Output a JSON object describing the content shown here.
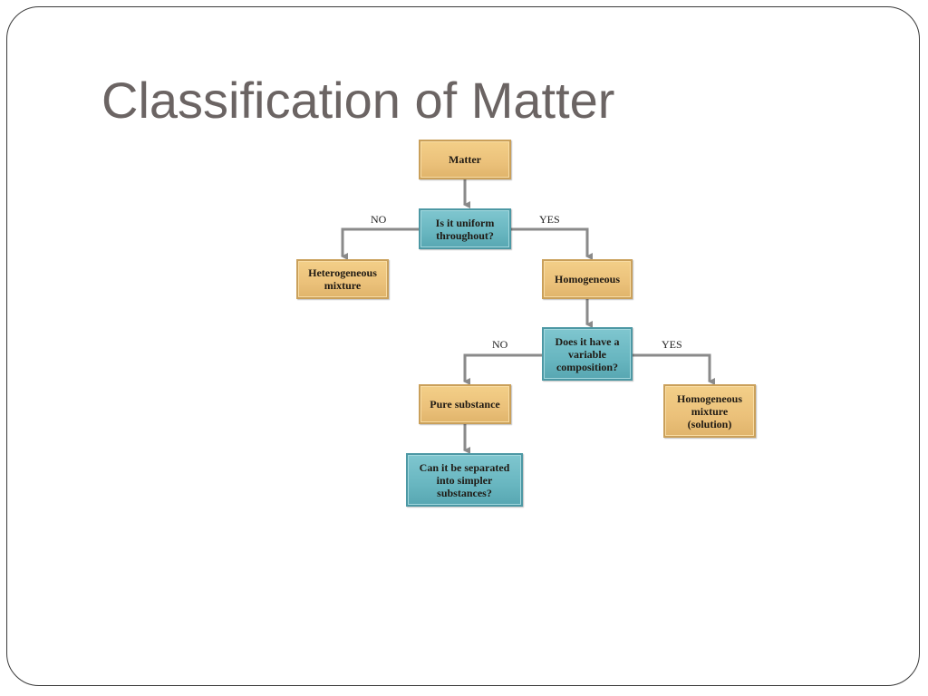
{
  "slide": {
    "title": "Classification of Matter"
  },
  "diagram": {
    "nodes": {
      "matter": "Matter",
      "uniform_question": "Is it uniform throughout?",
      "heterogeneous_mixture": "Heterogeneous mixture",
      "homogeneous": "Homogeneous",
      "variable_composition_question": "Does it have a variable composition?",
      "pure_substance": "Pure substance",
      "homogeneous_mixture_solution": "Homogeneous mixture (solution)",
      "separation_question": "Can it be separated into simpler substances?"
    },
    "edge_labels": {
      "uniform_no": "NO",
      "uniform_yes": "YES",
      "variable_no": "NO",
      "variable_yes": "YES"
    },
    "colors": {
      "outcome_box": "#ebc17a",
      "question_box": "#68b6c0",
      "connector": "#8a8a8a"
    }
  }
}
